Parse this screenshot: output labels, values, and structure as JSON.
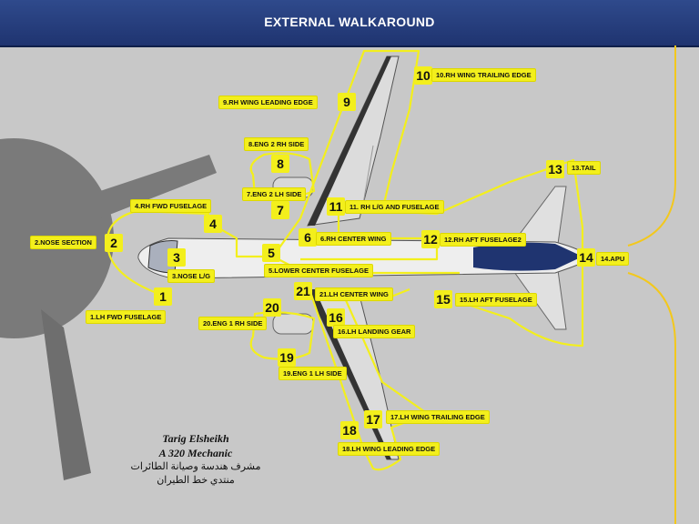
{
  "header": {
    "title": "EXTERNAL WALKAROUND"
  },
  "colors": {
    "header": "#25407e",
    "background": "#c8c8c8",
    "highlight": "#f3ef1c",
    "terminal": "#7a7a7a"
  },
  "points": [
    {
      "n": "1",
      "num_label": "1",
      "label": "1.LH FWD FUSELAGE"
    },
    {
      "n": "2",
      "num_label": "2",
      "label": "2.NOSE SECTION"
    },
    {
      "n": "3",
      "num_label": "3",
      "label": "3.NOSE L/G"
    },
    {
      "n": "4",
      "num_label": "4",
      "label": "4.RH FWD FUSELAGE"
    },
    {
      "n": "5",
      "num_label": "5",
      "label": "5.LOWER CENTER FUSELAGE"
    },
    {
      "n": "6",
      "num_label": "6",
      "label": "6.RH CENTER WING"
    },
    {
      "n": "7",
      "num_label": "7",
      "label": "7.ENG 2 LH SIDE"
    },
    {
      "n": "8",
      "num_label": "8",
      "label": "8.ENG 2 RH SIDE"
    },
    {
      "n": "9",
      "num_label": "9",
      "label": "9.RH WING LEADING EDGE"
    },
    {
      "n": "10",
      "num_label": "10",
      "label": "10.RH WING TRAILING EDGE"
    },
    {
      "n": "11",
      "num_label": "11",
      "label": "11. RH L/G AND FUSELAGE"
    },
    {
      "n": "12",
      "num_label": "12",
      "label": "12.RH AFT FUSELAGE2"
    },
    {
      "n": "13",
      "num_label": "13",
      "label": "13.TAIL"
    },
    {
      "n": "14",
      "num_label": "14",
      "label": "14.APU"
    },
    {
      "n": "15",
      "num_label": "15",
      "label": "15.LH AFT FUSELAGE"
    },
    {
      "n": "16",
      "num_label": "16",
      "label": "16.LH LANDING GEAR"
    },
    {
      "n": "17",
      "num_label": "17",
      "label": "17.LH WING TRAILING EDGE"
    },
    {
      "n": "18",
      "num_label": "18",
      "label": "18.LH WING LEADING EDGE"
    },
    {
      "n": "19",
      "num_label": "19",
      "label": "19.ENG 1 LH SIDE"
    },
    {
      "n": "20",
      "num_label": "20",
      "label": "20.ENG 1 RH SIDE"
    },
    {
      "n": "21",
      "num_label": "21",
      "label": "21.LH CENTER WING"
    }
  ],
  "credit": {
    "name": "Tarig Elsheikh",
    "role": "A 320 Mechanic",
    "arabic_1": "مشرف هندسة وصيانة الطائرات",
    "arabic_2": "منتدي خط الطيران"
  }
}
